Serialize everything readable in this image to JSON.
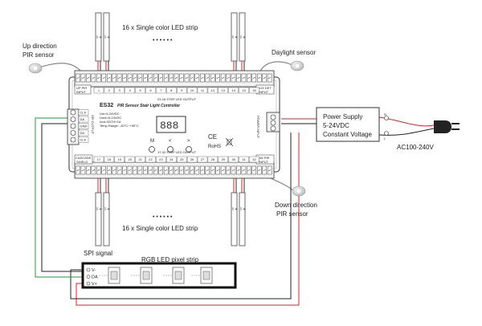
{
  "labels": {
    "top_strips": "16 x Single color LED strip",
    "bottom_strips": "16 x Single color LED strip",
    "up_sensor_line1": "Up direction",
    "up_sensor_line2": "PIR sensor",
    "daylight_sensor": "Daylight sensor",
    "down_sensor_line1": "Down direction",
    "down_sensor_line2": "PIR sensor",
    "spi_signal": "SPI signal",
    "rgb_strip": "RGB LED pixel strip",
    "ac_input": "AC100-240V",
    "dots": "• • • • • •"
  },
  "psu": {
    "line1": "Power Supply",
    "line2": "5-24VDC",
    "line3": "Constant Voltage"
  },
  "controller": {
    "model": "ES32",
    "title": "PIR Sensor Stair Light Controller",
    "spec1": "Uin=5-24VDC",
    "spec2": "Uout=5-24VDC",
    "spec3": "Iout=32CH×1A",
    "spec4": "Temp Range: -30°C~+55°C",
    "top_output_label": "01-16 STEP LED OUTPUT",
    "bottom_output_label": "17-32 STEP LED OUTPUT",
    "up_pir_label1": "UP PIR",
    "up_pir_label2": "INPUT",
    "lux_det_label1": "LUX DET",
    "lux_det_label2": "INPUT",
    "dw_pir_label1": "DW PIR",
    "dw_pir_label2": "INPUT",
    "cascade_label1": "CASCADE",
    "cascade_label2": "SHIELD",
    "spi_output_label": "SPI OUTPUT",
    "power_input_label": "POWER INPUT",
    "spi_pins": [
      "CLK",
      "DA",
      "GND",
      "DA",
      "CLK"
    ],
    "buttons": [
      "M",
      "<",
      ">"
    ],
    "ce": "CE",
    "rohs": "RoHS",
    "top_channels": [
      "1",
      "2",
      "3",
      "4",
      "5",
      "6",
      "7",
      "8",
      "9",
      "10",
      "11",
      "12",
      "13",
      "14",
      "15",
      "16"
    ],
    "bottom_channels": [
      "17",
      "18",
      "19",
      "20",
      "21",
      "22",
      "23",
      "24",
      "25",
      "26",
      "27",
      "28",
      "29",
      "30",
      "31",
      "32"
    ]
  },
  "pixel_strip": {
    "pins": [
      "V-",
      "DA",
      "V+"
    ]
  },
  "colors": {
    "red_wire": "#e02020",
    "green_wire": "#1f9e3a",
    "black_wire": "#222222",
    "sensor_wire": "#888888"
  }
}
